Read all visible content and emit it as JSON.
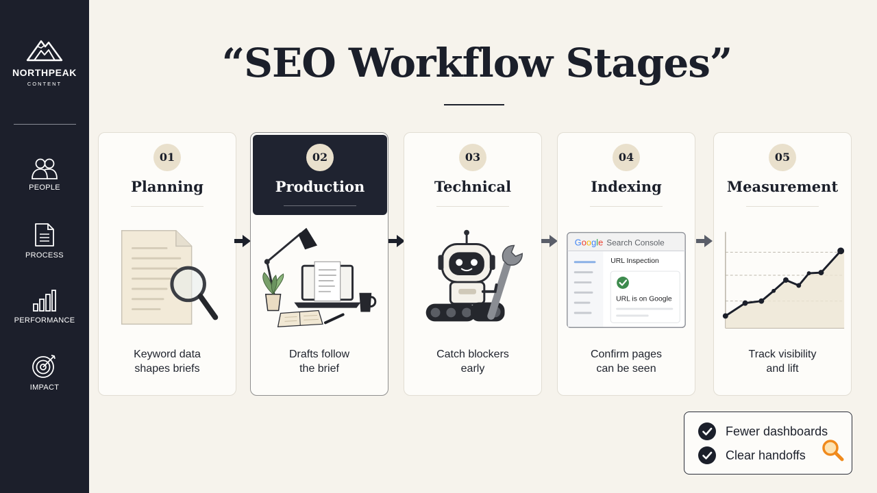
{
  "brand": {
    "name": "NORTHPEAK",
    "sub": "CONTENT"
  },
  "nav": [
    {
      "label": "PEOPLE",
      "icon": "people-icon"
    },
    {
      "label": "PROCESS",
      "icon": "document-icon"
    },
    {
      "label": "PERFORMANCE",
      "icon": "bar-chart-icon"
    },
    {
      "label": "IMPACT",
      "icon": "target-icon"
    }
  ],
  "title": "“SEO Workflow Stages”",
  "stages": [
    {
      "num": "01",
      "title": "Planning",
      "caption": [
        "Keyword data",
        "shapes briefs"
      ],
      "illustration": "document-magnifier-icon"
    },
    {
      "num": "02",
      "title": "Production",
      "caption": [
        "Drafts follow",
        "the brief"
      ],
      "illustration": "desk-laptop-icon",
      "active": true
    },
    {
      "num": "03",
      "title": "Technical",
      "caption": [
        "Catch blockers",
        "early"
      ],
      "illustration": "robot-wrench-icon"
    },
    {
      "num": "04",
      "title": "Indexing",
      "caption": [
        "Confirm pages",
        "can be seen"
      ],
      "illustration": "search-console-window"
    },
    {
      "num": "05",
      "title": "Measurement",
      "caption": [
        "Track visibility",
        "and lift"
      ],
      "illustration": "line-chart-icon"
    }
  ],
  "console": {
    "google": "Google",
    "product": "Search Console",
    "section": "URL Inspection",
    "status": "URL is on Google"
  },
  "benefits": [
    "Fewer dashboards",
    "Clear handoffs"
  ],
  "colors": {
    "sidebar": "#1c1f2b",
    "background": "#f6f3ec",
    "badge": "#e9e0cc",
    "active_header": "#1f2330",
    "check_green": "#3d8b4e",
    "magnifier_orange": "#f08a1c"
  }
}
